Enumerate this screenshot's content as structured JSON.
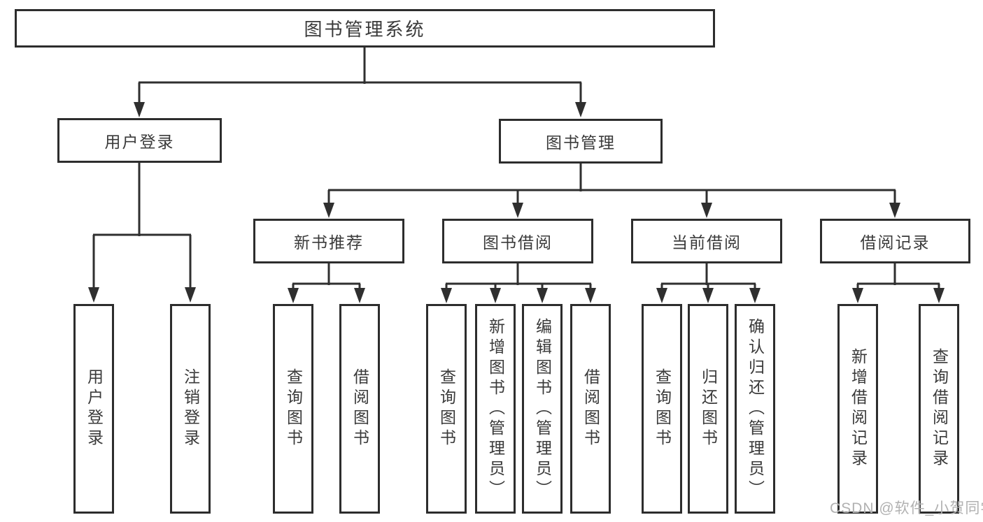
{
  "diagram": {
    "root": {
      "label": "图书管理系统"
    },
    "login_branch": {
      "label": "用户登录",
      "children": [
        {
          "label": "用户登录"
        },
        {
          "label": "注销登录"
        }
      ]
    },
    "management_branch": {
      "label": "图书管理",
      "sections": [
        {
          "label": "新书推荐",
          "children": [
            {
              "label": "查询图书"
            },
            {
              "label": "借阅图书"
            }
          ]
        },
        {
          "label": "图书借阅",
          "children": [
            {
              "label": "查询图书"
            },
            {
              "label": "新增图书（管理员）"
            },
            {
              "label": "编辑图书（管理员）"
            },
            {
              "label": "借阅图书"
            }
          ]
        },
        {
          "label": "当前借阅",
          "children": [
            {
              "label": "查询图书"
            },
            {
              "label": "归还图书"
            },
            {
              "label": "确认归还（管理员）"
            }
          ]
        },
        {
          "label": "借阅记录",
          "children": [
            {
              "label": "新增借阅记录"
            },
            {
              "label": "查询借阅记录"
            }
          ]
        }
      ]
    },
    "watermark": "CSDN @软件_小贺同学",
    "colors": {
      "line": "#2f2f2f",
      "text": "#3a3a3a",
      "watermark": "#b1b1b1",
      "background": "#ffffff"
    }
  }
}
